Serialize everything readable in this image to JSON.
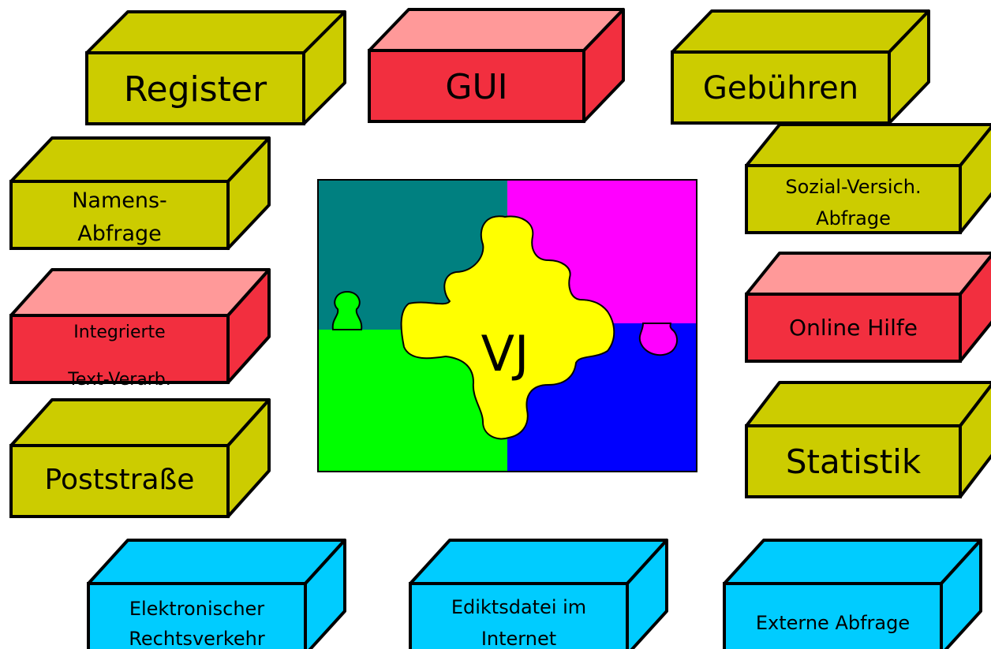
{
  "colors": {
    "olive": {
      "front": "#CCCC00",
      "top": "#CCCC00",
      "side": "#CCCC00"
    },
    "red": {
      "front": "#F22F3F",
      "top": "#FF9999",
      "side": "#F22F3F"
    },
    "blue": {
      "front": "#00CCFF",
      "top": "#00CCFF",
      "side": "#00CCFF"
    },
    "puzzle": {
      "teal": "#008080",
      "magenta": "#FF00FF",
      "green": "#00FF00",
      "blue": "#0000FF",
      "center": "#FFFF00"
    }
  },
  "modules": [
    {
      "id": "register",
      "color": "olive",
      "lines": [
        "Register"
      ]
    },
    {
      "id": "gui",
      "color": "red",
      "lines": [
        "GUI"
      ]
    },
    {
      "id": "gebuehren",
      "color": "olive",
      "lines": [
        "Gebühren"
      ]
    },
    {
      "id": "namens",
      "color": "olive",
      "lines": [
        "Namens-",
        "Abfrage"
      ]
    },
    {
      "id": "sozial",
      "color": "olive",
      "lines": [
        "Sozial-Versich.",
        "Abfrage"
      ]
    },
    {
      "id": "textverarb",
      "color": "red",
      "lines": [
        "Integrierte",
        "Text-Verarb."
      ]
    },
    {
      "id": "hilfe",
      "color": "red",
      "lines": [
        "Online Hilfe"
      ]
    },
    {
      "id": "poststr",
      "color": "olive",
      "lines": [
        "Poststraße"
      ]
    },
    {
      "id": "statistik",
      "color": "olive",
      "lines": [
        "Statistik"
      ]
    },
    {
      "id": "erv",
      "color": "blue",
      "lines": [
        "Elektronischer",
        "Rechtsverkehr"
      ]
    },
    {
      "id": "edikt",
      "color": "blue",
      "lines": [
        "Ediktsdatei im",
        "Internet"
      ]
    },
    {
      "id": "extern",
      "color": "blue",
      "lines": [
        "Externe Abfrage"
      ]
    }
  ],
  "center_label": "VJ"
}
